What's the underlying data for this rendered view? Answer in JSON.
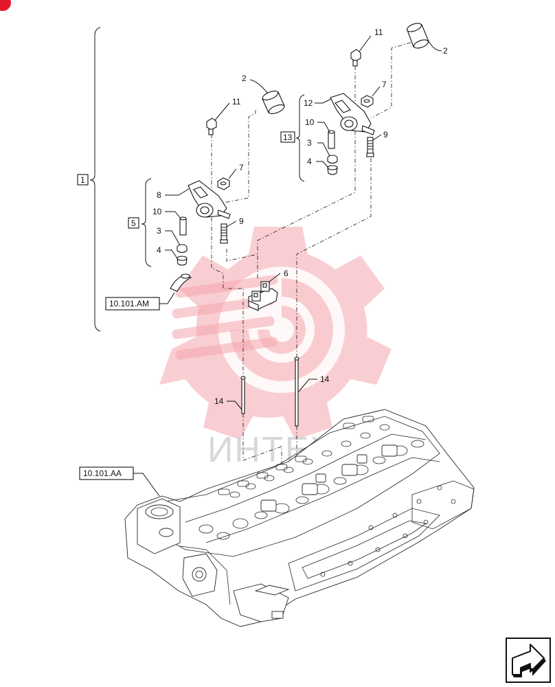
{
  "callouts": {
    "c2_top": "2",
    "c11_top": "11",
    "c7_right": "7",
    "c12": "12",
    "c10_right": "10",
    "c9_right": "9",
    "c3_right": "3",
    "c4_right": "4",
    "c13": "13",
    "c2_mid": "2",
    "c11_mid": "11",
    "c7_left": "7",
    "c1": "1",
    "c8": "8",
    "c10_left": "10",
    "c9_left": "9",
    "c5": "5",
    "c3_left": "3",
    "c4_left": "4",
    "c6": "6",
    "ref_am": "10.101.AM",
    "c14_right": "14",
    "c14_left": "14",
    "ref_aa": "10.101.AA"
  },
  "watermark": {
    "text": "ИНТЕХ"
  },
  "colors": {
    "watermark": "#f4a6ad",
    "corner_mark": "#e3182d",
    "lines": "#111111"
  },
  "icons": {
    "nav": "next-page-arrow-icon"
  }
}
